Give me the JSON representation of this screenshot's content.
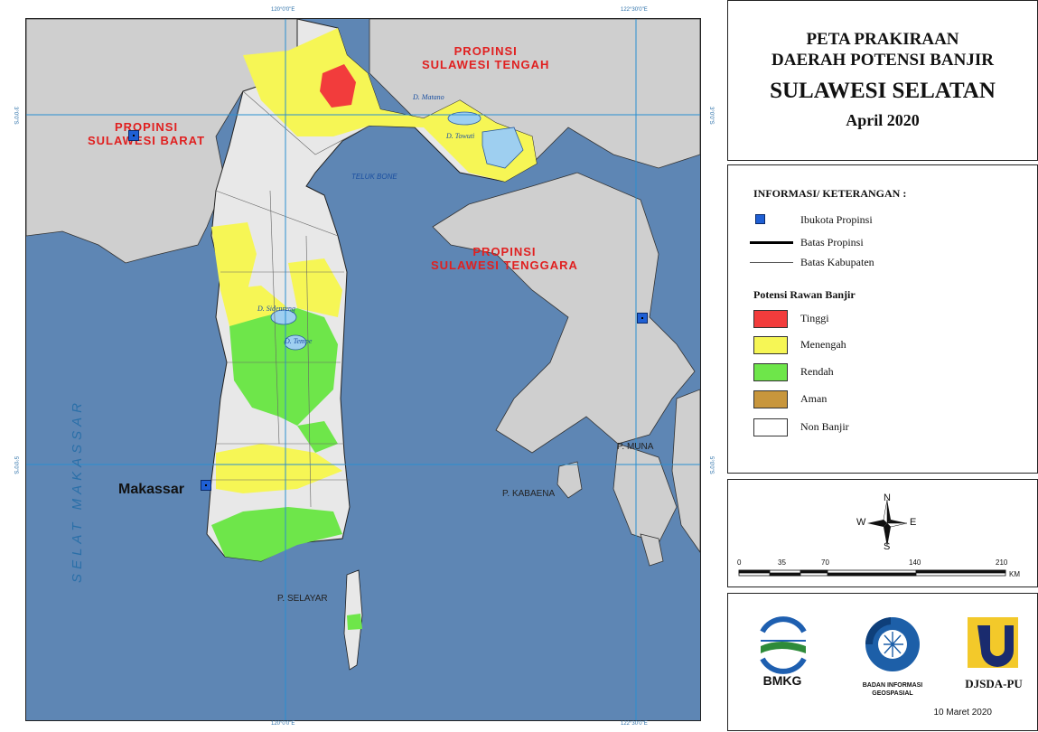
{
  "title": {
    "line1": "PETA PRAKIRAAN",
    "line2": "DAERAH POTENSI BANJIR",
    "line3": "SULAWESI SELATAN",
    "line4": "April 2020"
  },
  "legend": {
    "heading": "INFORMASI/ KETERANGAN :",
    "symbols": [
      {
        "label": "Ibukota Propinsi",
        "icon": "capital-square-icon"
      },
      {
        "label": "Batas Propinsi",
        "icon": "thick-line-icon"
      },
      {
        "label": "Batas Kabupaten",
        "icon": "thin-line-icon"
      }
    ],
    "category_heading": "Potensi Rawan Banjir",
    "categories": [
      {
        "label": "Tinggi",
        "color": "#f23c3c"
      },
      {
        "label": "Menengah",
        "color": "#f6f655"
      },
      {
        "label": "Rendah",
        "color": "#6ee64a"
      },
      {
        "label": "Aman",
        "color": "#c8963c"
      },
      {
        "label": "Non Banjir",
        "color": "#ffffff"
      }
    ]
  },
  "compass": {
    "n": "N",
    "s": "S",
    "e": "E",
    "w": "W"
  },
  "scale": {
    "ticks": [
      "0",
      "35",
      "70",
      "140",
      "210"
    ],
    "unit": "KM"
  },
  "logos": {
    "bmkg": "BMKG",
    "big_line1": "BADAN INFORMASI",
    "big_line2": "GEOSPASIAL",
    "djsda": "DJSDA-PU",
    "date": "10 Maret 2020"
  },
  "map": {
    "coords": {
      "lon1": "120°0'0\"E",
      "lon2": "122°30'0\"E",
      "lat1": "3°0'0\"S",
      "lat2": "5°0'0\"S"
    },
    "provinces": {
      "tengah_1": "PROPINSI",
      "tengah_2": "SULAWESI TENGAH",
      "barat_1": "PROPINSI",
      "barat_2": "SULAWESI BARAT",
      "tenggara_1": "PROPINSI",
      "tenggara_2": "SULAWESI TENGGARA"
    },
    "lakes": {
      "matano": "D. Matano",
      "towuti": "D. Towuti",
      "sidenreng": "D. Sidenreng",
      "tempe": "D. Tempe"
    },
    "sea": "TELUK BONE",
    "strait": "SELAT MAKASSAR",
    "islands": {
      "muna": "P. MUNA",
      "kabaena": "P. KABAENA",
      "selayar": "P. SELAYAR"
    },
    "city": "Makassar"
  }
}
